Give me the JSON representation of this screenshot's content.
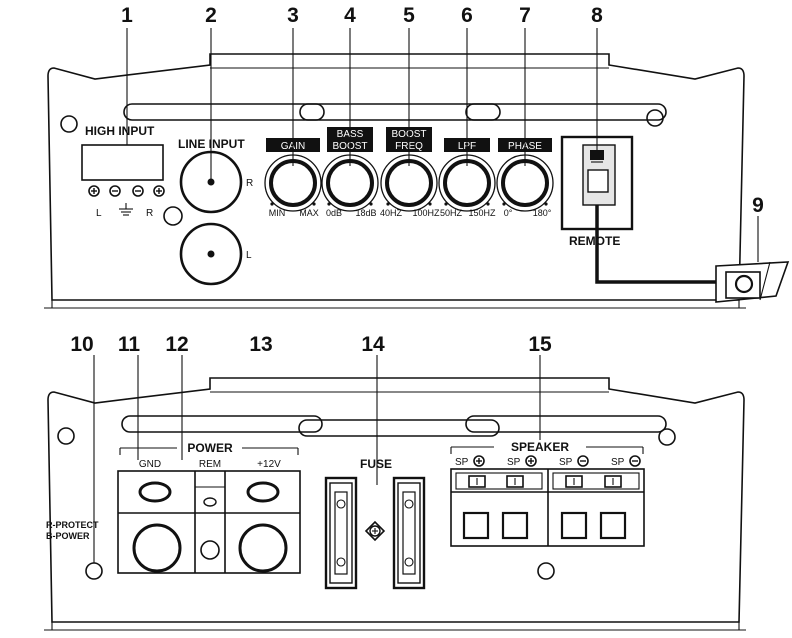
{
  "callouts": [
    "1",
    "2",
    "3",
    "4",
    "5",
    "6",
    "7",
    "8",
    "9",
    "10",
    "11",
    "12",
    "13",
    "14",
    "15"
  ],
  "top_panel": {
    "high_input": {
      "title": "HIGH INPUT",
      "left": "L",
      "right": "R"
    },
    "line_input": {
      "title": "LINE INPUT",
      "right": "R",
      "left": "L"
    },
    "knobs": [
      {
        "title_lines": [
          "GAIN"
        ],
        "min": "MIN",
        "max": "MAX"
      },
      {
        "title_lines": [
          "BASS",
          "BOOST"
        ],
        "min": "0dB",
        "max": "18dB"
      },
      {
        "title_lines": [
          "BOOST",
          "FREQ"
        ],
        "min": "40HZ",
        "max": "100HZ"
      },
      {
        "title_lines": [
          "LPF"
        ],
        "min": "50HZ",
        "max": "150HZ"
      },
      {
        "title_lines": [
          "PHASE"
        ],
        "min": "0°",
        "max": "180°"
      }
    ],
    "remote": "REMOTE"
  },
  "bottom_panel": {
    "protect_lines": [
      "R-PROTECT",
      "B-POWER"
    ],
    "power": {
      "title": "POWER",
      "terminals": [
        "GND",
        "REM",
        "+12V"
      ]
    },
    "fuse": "FUSE",
    "speaker": {
      "title": "SPEAKER",
      "terminals": [
        "SP",
        "SP",
        "SP",
        "SP"
      ],
      "polarity": [
        "+",
        "+",
        "-",
        "-"
      ]
    }
  }
}
